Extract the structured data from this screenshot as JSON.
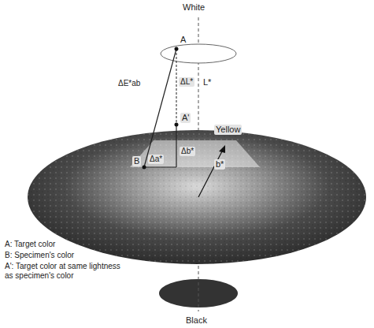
{
  "diagram": {
    "labels": [
      "White",
      "A",
      "ΔE*ab",
      "ΔL*",
      "L*",
      "Yellow",
      "B",
      "Δa*",
      "Δb*",
      "A'",
      "b*",
      "A: Target color",
      "B: Specimen's color",
      "A': Target color at same lightness as specimen's color",
      "Black"
    ]
  }
}
